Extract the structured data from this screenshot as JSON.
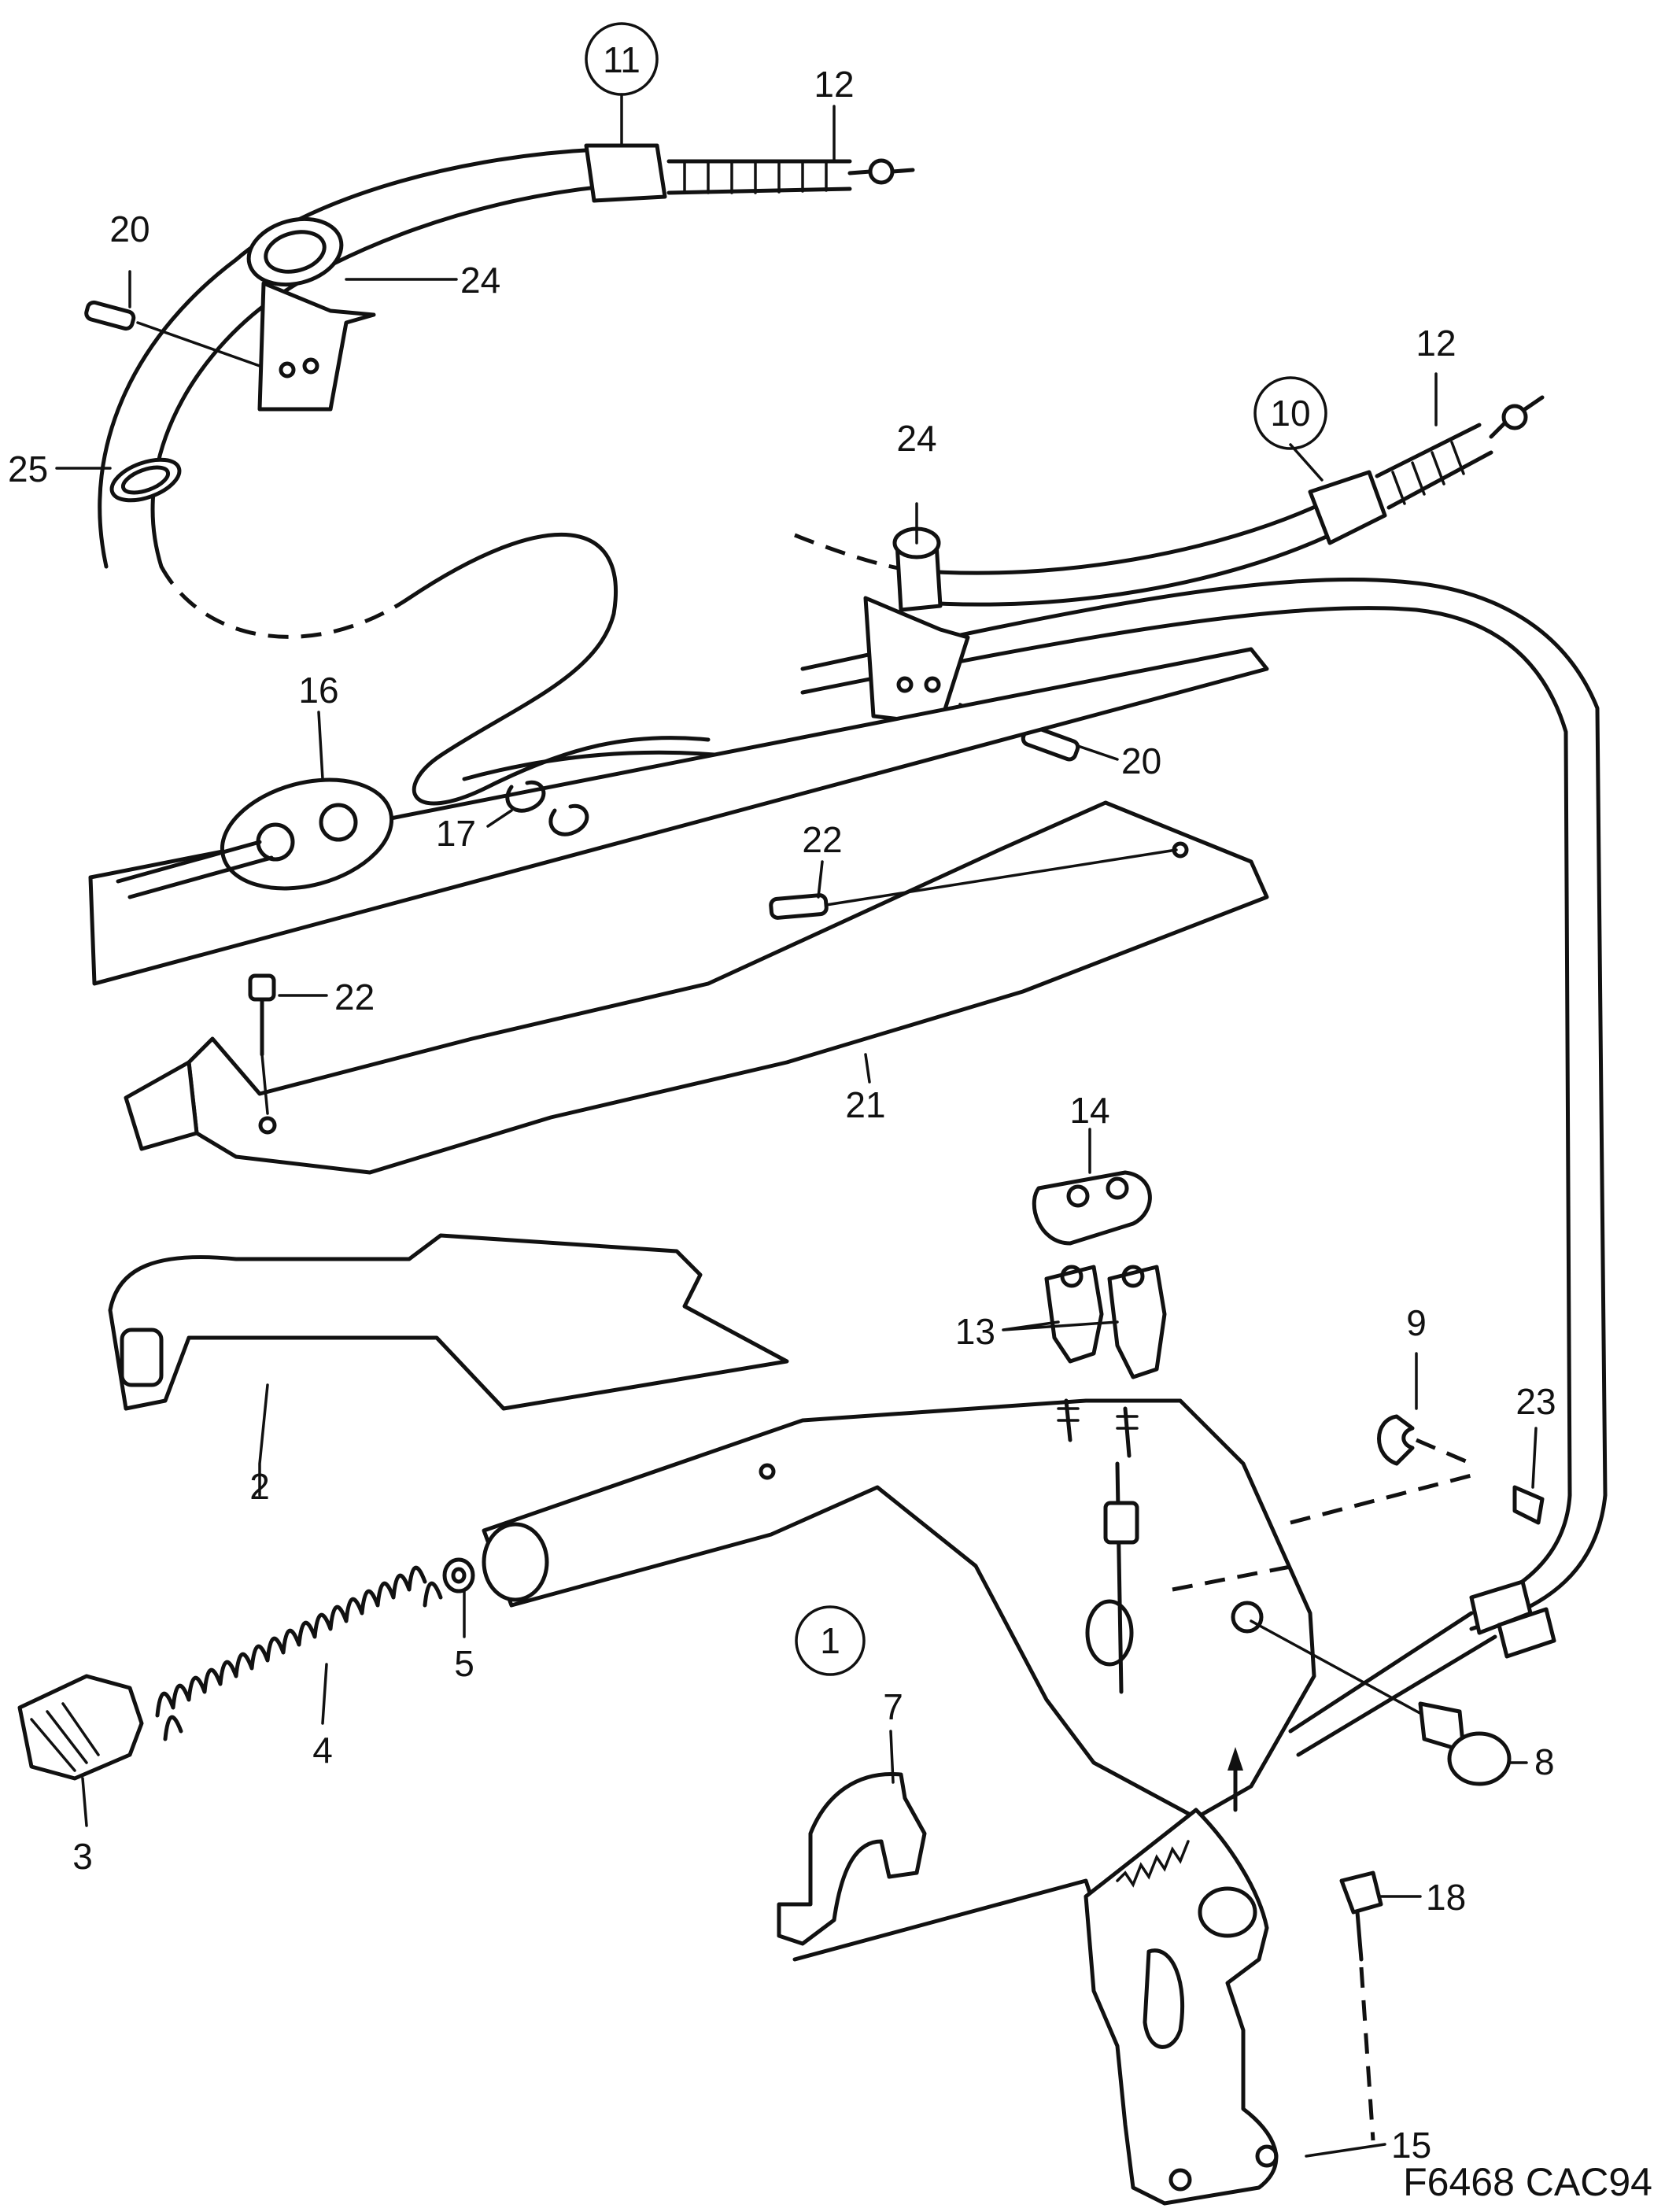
{
  "figure": {
    "code": "F6468 CAC94"
  },
  "labels": [
    {
      "id": "c11",
      "text": "11",
      "circled": true
    },
    {
      "id": "l12a",
      "text": "12"
    },
    {
      "id": "l20a",
      "text": "20"
    },
    {
      "id": "l24a",
      "text": "24"
    },
    {
      "id": "l25",
      "text": "25"
    },
    {
      "id": "l24b",
      "text": "24"
    },
    {
      "id": "c10",
      "text": "10",
      "circled": true
    },
    {
      "id": "l12b",
      "text": "12"
    },
    {
      "id": "l16",
      "text": "16"
    },
    {
      "id": "l20b",
      "text": "20"
    },
    {
      "id": "l17",
      "text": "17"
    },
    {
      "id": "l22a",
      "text": "22"
    },
    {
      "id": "l22b",
      "text": "22"
    },
    {
      "id": "l21",
      "text": "21"
    },
    {
      "id": "l14",
      "text": "14"
    },
    {
      "id": "l13",
      "text": "13"
    },
    {
      "id": "l9",
      "text": "9"
    },
    {
      "id": "l23",
      "text": "23"
    },
    {
      "id": "l2",
      "text": "2"
    },
    {
      "id": "c1",
      "text": "1",
      "circled": true
    },
    {
      "id": "l5",
      "text": "5"
    },
    {
      "id": "l4",
      "text": "4"
    },
    {
      "id": "l3",
      "text": "3"
    },
    {
      "id": "l7",
      "text": "7"
    },
    {
      "id": "l8",
      "text": "8"
    },
    {
      "id": "l18",
      "text": "18"
    },
    {
      "id": "l15",
      "text": "15"
    }
  ]
}
